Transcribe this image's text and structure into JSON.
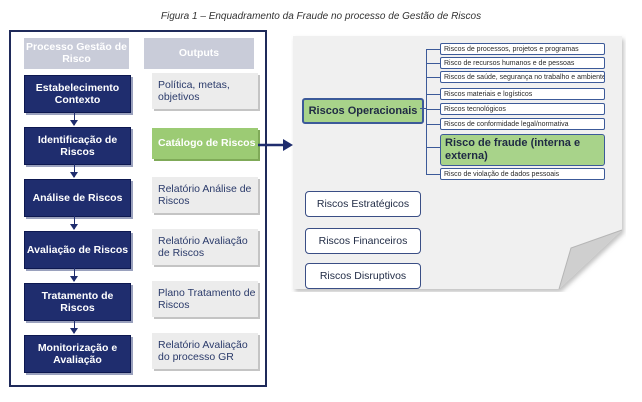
{
  "caption": "Figura 1 – Enquadramento da Fraude no processo de Gestão de Riscos",
  "left": {
    "header_process": "Processo Gestão de Risco",
    "header_outputs": "Outputs",
    "steps": [
      {
        "process": "Estabelecimento Contexto",
        "output": "Política, metas, objetivos"
      },
      {
        "process": "Identificação de Riscos",
        "output": "Catálogo de Riscos"
      },
      {
        "process": "Análise de Riscos",
        "output": "Relatório Análise de Riscos"
      },
      {
        "process": "Avaliação de Riscos",
        "output": "Relatório Avaliação de Riscos"
      },
      {
        "process": "Tratamento de Riscos",
        "output": "Plano Tratamento de Riscos"
      },
      {
        "process": "Monitorização e Avaliação",
        "output": "Relatório Avaliação do processo GR"
      }
    ]
  },
  "right": {
    "main_category": "Riscos Operacionais",
    "subcategories": [
      "Riscos de processos, projetos e programas",
      "Risco de recursos humanos e de pessoas",
      "Riscos de saúde, segurança no trabalho e ambiente",
      "Riscos materiais e logísticos",
      "Riscos tecnológicos",
      "Riscos de conformidade legal/normativa",
      "Risco de fraude (interna e externa)",
      "Risco de violação de dados pessoais"
    ],
    "other_categories": [
      "Riscos Estratégicos",
      "Riscos Financeiros",
      "Riscos Disruptivos"
    ]
  },
  "colors": {
    "navy": "#1f2d6e",
    "green": "#9ccb74",
    "header_gray": "#c9ccd9",
    "output_gray": "#ececec"
  }
}
